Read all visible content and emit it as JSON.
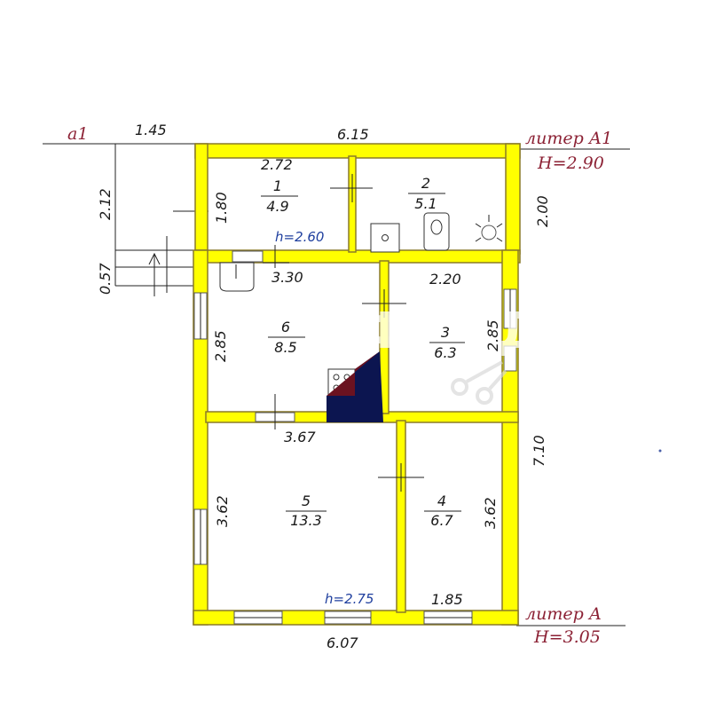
{
  "labels": {
    "a1": "a1",
    "liter_a1": "литер А1",
    "h_a1": "H=2.90",
    "liter_a": "литер А",
    "h_a": "H=3.05",
    "watermark": "ЖИЛФОНД"
  },
  "dimensions": {
    "ext_145": "1.45",
    "ext_615": "6.15",
    "ext_212": "2.12",
    "ext_057": "0.57",
    "ext_200": "2.00",
    "ext_710": "7.10",
    "ext_607": "6.07",
    "in_272": "2.72",
    "in_180": "1.80",
    "in_330": "3.30",
    "in_220": "2.20",
    "in_285a": "2.85",
    "in_285b": "2.85",
    "in_367": "3.67",
    "in_362a": "3.62",
    "in_362b": "3.62",
    "in_185": "1.85"
  },
  "heights": {
    "h260": "h=2.60",
    "h275": "h=2.75"
  },
  "rooms": [
    {
      "num": "1",
      "area": "4.9"
    },
    {
      "num": "2",
      "area": "5.1"
    },
    {
      "num": "3",
      "area": "6.3"
    },
    {
      "num": "4",
      "area": "6.7"
    },
    {
      "num": "5",
      "area": "13.3"
    },
    {
      "num": "6",
      "area": "8.5"
    }
  ],
  "colors": {
    "wall": "#ffff00",
    "stove_dark": "#0c1550",
    "stove_red": "#6b1220",
    "liter": "#8c2235",
    "height_text": "#1f3f9e"
  }
}
